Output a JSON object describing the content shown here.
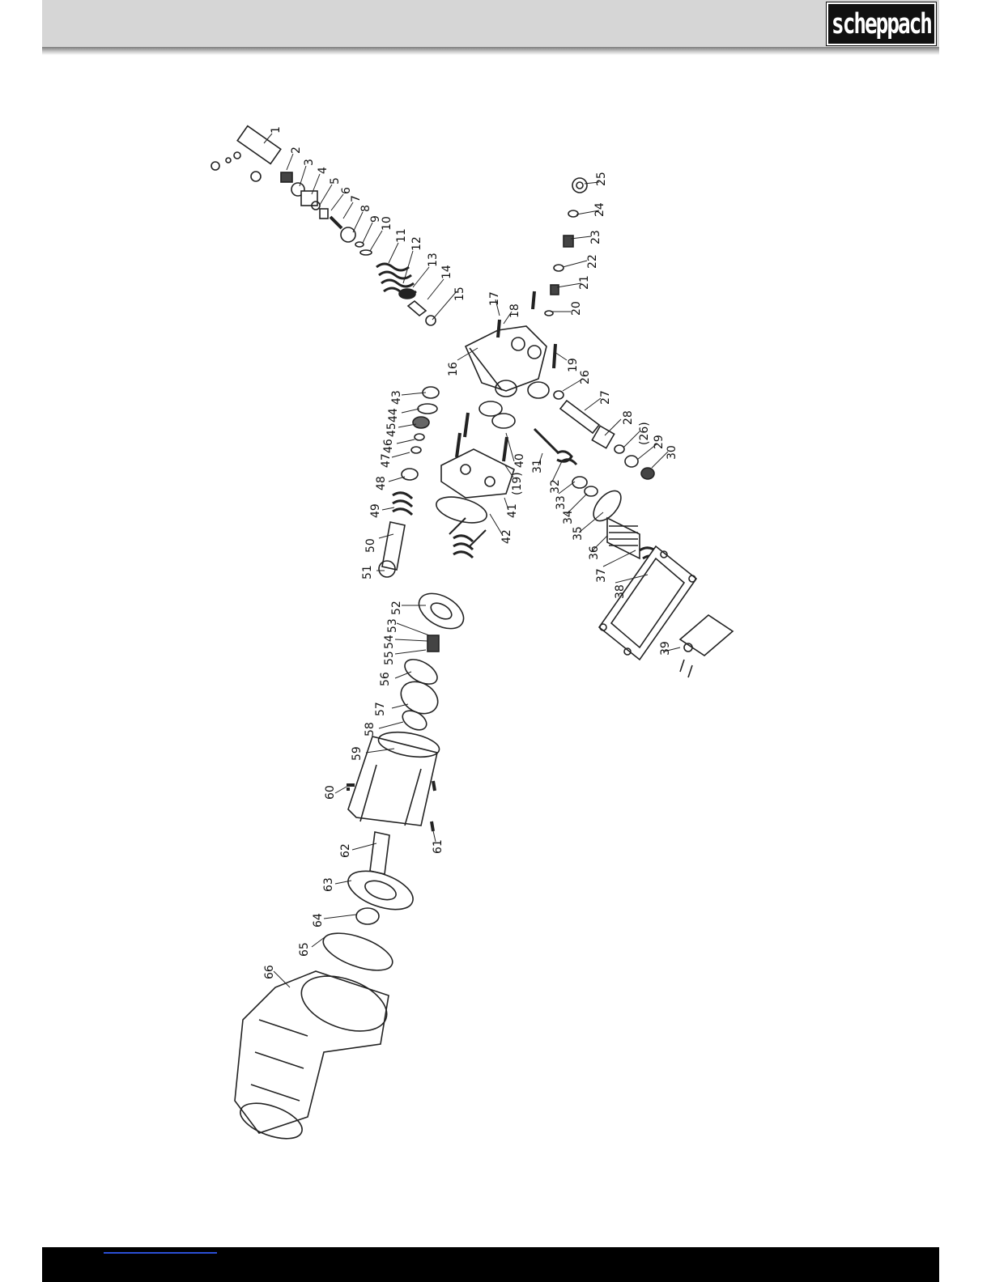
{
  "header": {
    "logo_text": "scheppach",
    "background_color": "#d6d6d6"
  },
  "diagram": {
    "part_labels": [
      "1",
      "2",
      "3",
      "4",
      "5",
      "6",
      "7",
      "8",
      "9",
      "10",
      "11",
      "12",
      "13",
      "14",
      "15",
      "16",
      "17",
      "18",
      "19",
      "20",
      "21",
      "22",
      "23",
      "24",
      "25",
      "26",
      "27",
      "28",
      "(26)",
      "29",
      "30",
      "31",
      "32",
      "33",
      "34",
      "35",
      "36",
      "37",
      "38",
      "39",
      "40",
      "(19)",
      "41",
      "42",
      "43",
      "44",
      "45",
      "46",
      "47",
      "48",
      "49",
      "50",
      "51",
      "52",
      "53",
      "54",
      "55",
      "56",
      "57",
      "58",
      "59",
      "60",
      "61",
      "62",
      "63",
      "64",
      "65",
      "66"
    ]
  },
  "footer": {
    "background_color": "#000000",
    "link_color": "#2b4fd6"
  }
}
